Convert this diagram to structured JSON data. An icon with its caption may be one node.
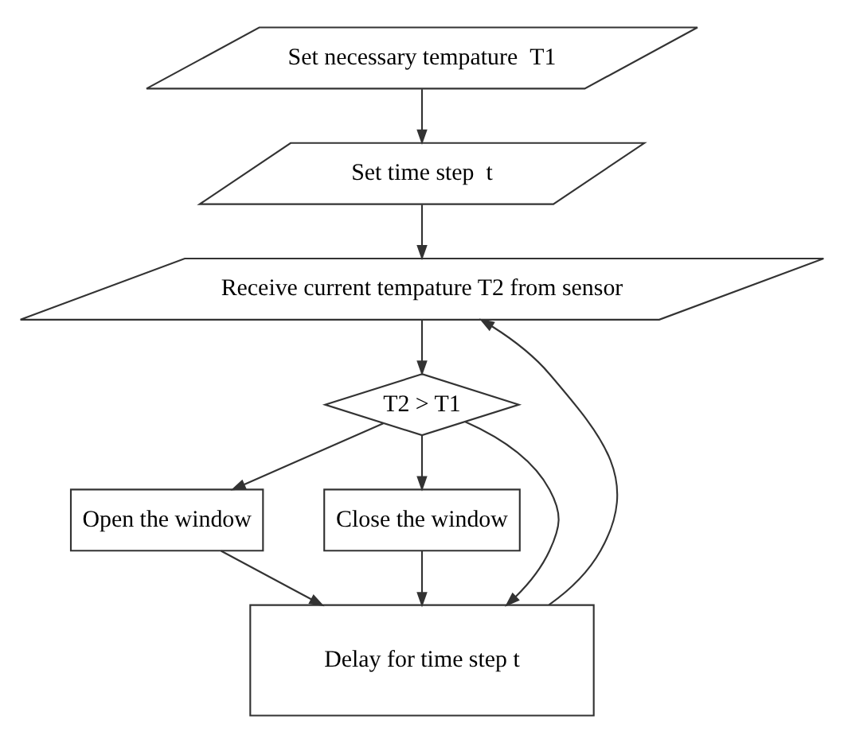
{
  "diagram": {
    "nodes": [
      {
        "text": [
          "Set necessary tempature  T1"
        ]
      },
      {
        "text": [
          "Set time step  t"
        ]
      },
      {
        "text": [
          "Receive current tempature T2 from sensor"
        ]
      },
      {
        "text": [
          "T2 > T1"
        ]
      },
      {
        "text": [
          "Open the window"
        ]
      },
      {
        "text": [
          "Close the window"
        ]
      },
      {
        "text": [
          "Delay for time step t"
        ]
      }
    ],
    "edges": [
      {
        "from": 0,
        "to": 1,
        "arrow": "to"
      },
      {
        "from": 1,
        "to": 2,
        "arrow": "to"
      },
      {
        "from": 2,
        "to": 3,
        "arrow": "to"
      },
      {
        "from": 3,
        "to": 4,
        "arrow": "to"
      },
      {
        "from": 3,
        "to": 5,
        "arrow": "to"
      },
      {
        "from": 3,
        "to": 6,
        "arrow": "to"
      },
      {
        "from": 4,
        "to": 6,
        "arrow": "to"
      },
      {
        "from": 5,
        "to": 6,
        "arrow": "to"
      },
      {
        "from": 6,
        "to": 2,
        "arrow": "to"
      }
    ]
  }
}
